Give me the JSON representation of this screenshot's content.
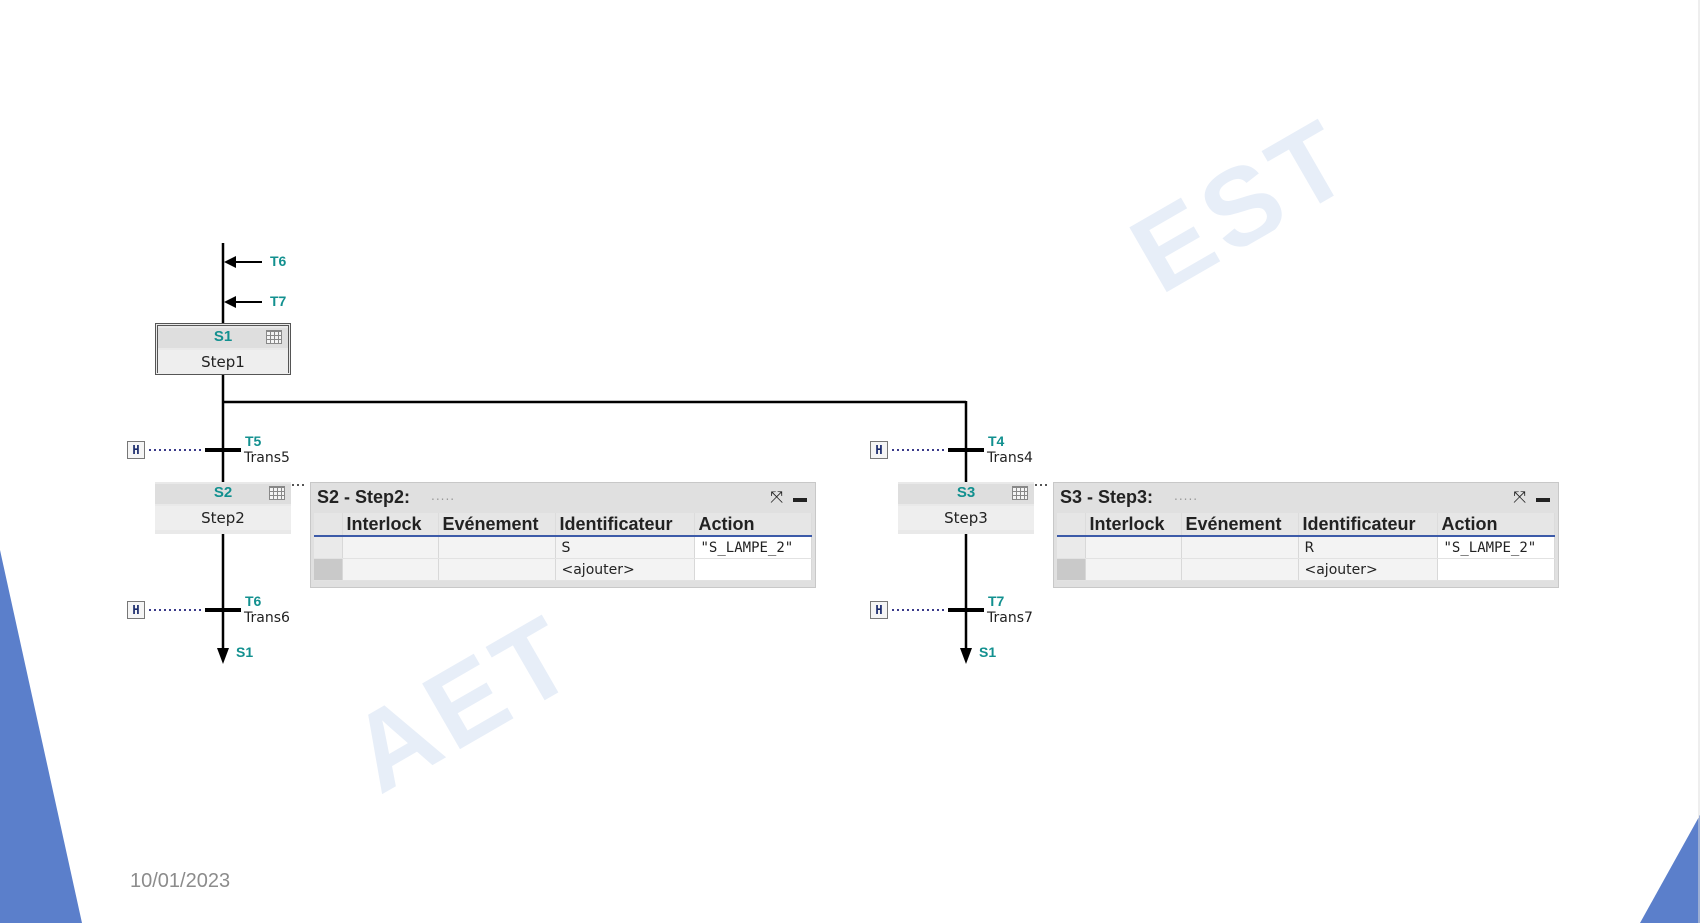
{
  "colors": {
    "accent_blue": "#5b7fcb",
    "id_teal": "#12908f",
    "table_header_rule": "#3c5aa8"
  },
  "incoming_links": [
    {
      "label": "T6"
    },
    {
      "label": "T7"
    }
  ],
  "initial_step": {
    "id": "S1",
    "name": "Step1"
  },
  "branches": [
    {
      "transition_in": {
        "id": "T5",
        "name": "Trans5"
      },
      "step": {
        "id": "S2",
        "name": "Step2"
      },
      "panel": {
        "title": "S2 - Step2:",
        "dots": ".....",
        "columns": [
          "Interlock",
          "Evénement",
          "Identificateur",
          "Action"
        ],
        "rows": [
          {
            "interlock": "",
            "event": "",
            "identifier": "S",
            "action": "\"S_LAMPE_2\""
          },
          {
            "interlock": "",
            "event": "",
            "identifier": "<ajouter>",
            "action": ""
          }
        ]
      },
      "transition_out": {
        "id": "T6",
        "name": "Trans6"
      },
      "jump_to": "S1"
    },
    {
      "transition_in": {
        "id": "T4",
        "name": "Trans4"
      },
      "step": {
        "id": "S3",
        "name": "Step3"
      },
      "panel": {
        "title": "S3 - Step3:",
        "dots": ".....",
        "columns": [
          "Interlock",
          "Evénement",
          "Identificateur",
          "Action"
        ],
        "rows": [
          {
            "interlock": "",
            "event": "",
            "identifier": "R",
            "action": "\"S_LAMPE_2\""
          },
          {
            "interlock": "",
            "event": "",
            "identifier": "<ajouter>",
            "action": ""
          }
        ]
      },
      "transition_out": {
        "id": "T7",
        "name": "Trans7"
      },
      "jump_to": "S1"
    }
  ],
  "icons": {
    "maximize": "maximize-icon",
    "minimize": "minimize-icon",
    "step_grid": "grid-icon",
    "transition": "transition-contact-icon"
  },
  "footer": {
    "date": "10/01/2023"
  }
}
